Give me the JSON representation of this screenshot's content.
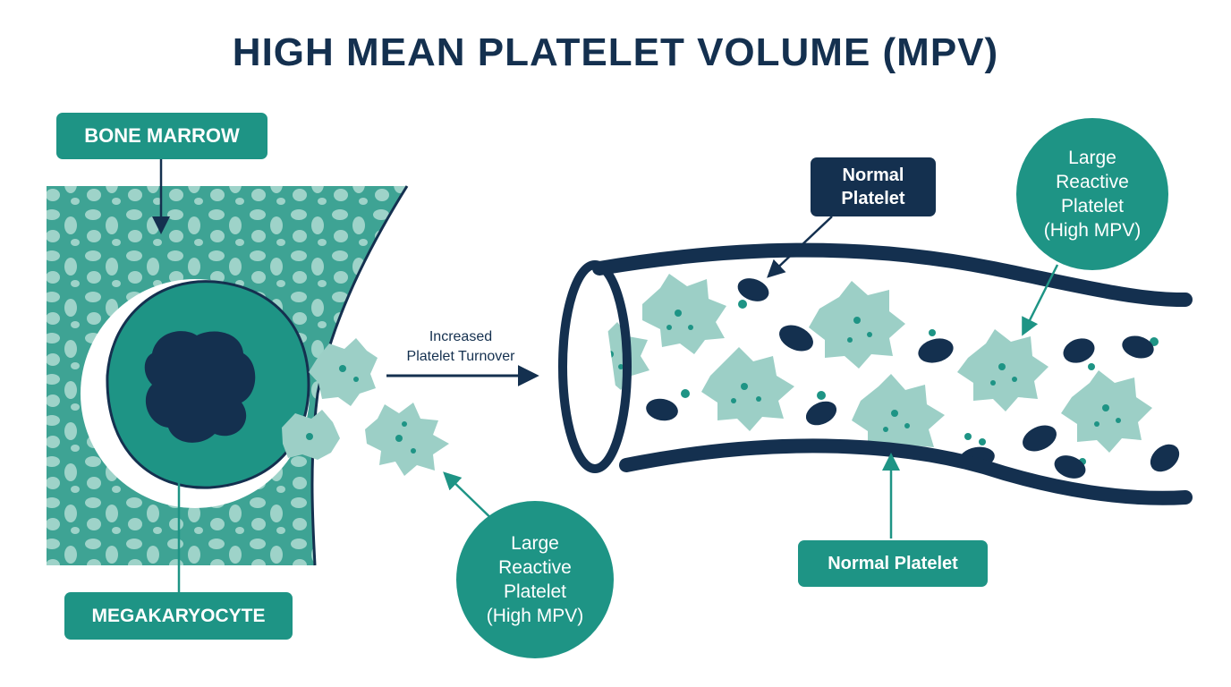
{
  "title": "HIGH MEAN PLATELET VOLUME (MPV)",
  "labels": {
    "bone_marrow": "BONE MARROW",
    "megakaryocyte": "MEGAKARYOCYTE",
    "increased_turnover_line1": "Increased",
    "increased_turnover_line2": "Platelet Turnover",
    "large_reactive_bottom": [
      "Large",
      "Reactive",
      "Platelet",
      "(High MPV)"
    ],
    "normal_platelet_top": [
      "Normal",
      "Platelet"
    ],
    "large_reactive_top": [
      "Large",
      "Reactive",
      "Platelet",
      "(High MPV)"
    ],
    "normal_platelet_bottom": "Normal Platelet"
  },
  "colors": {
    "navy": "#14304f",
    "teal": "#1e9485",
    "marrow_dark": "#3ea394",
    "marrow_light": "#9ed3c9",
    "platelet_fill": "#9ccfc6",
    "platelet_dot": "#1e9485",
    "rbc_dark": "#14304f"
  }
}
